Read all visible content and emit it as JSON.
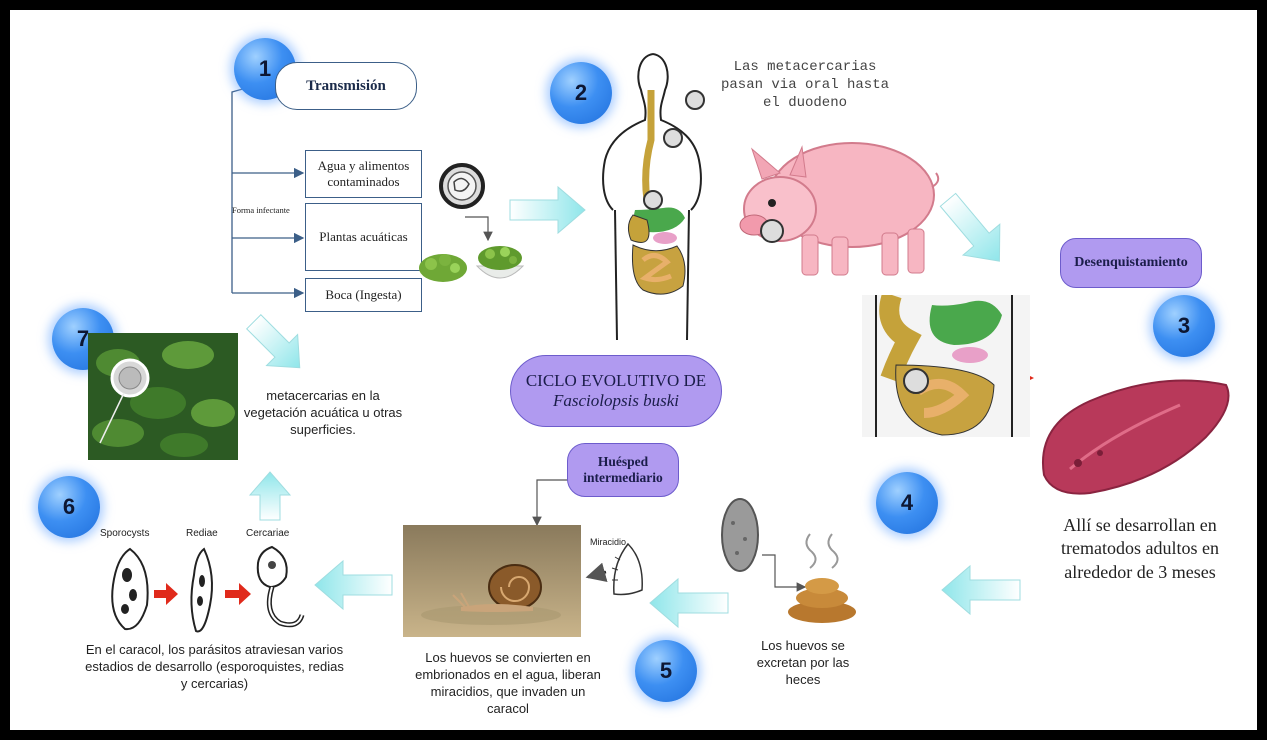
{
  "diagram": {
    "step_numbers": [
      "1",
      "2",
      "3",
      "4",
      "5",
      "6",
      "7"
    ],
    "transmision": {
      "title": "Transmisión",
      "forma_infectante": "Forma infectante",
      "items": [
        "Agua y alimentos contaminados",
        "Plantas acuáticas",
        "Boca (Ingesta)"
      ]
    },
    "step2_text": "Las metacercarias  pasan via oral hasta el duodeno",
    "desenquistamiento": "Desenquistamiento",
    "center_title": "CICLO EVOLUTIVO DE",
    "center_species": "Fasciolopsis buski",
    "step3_text": "Allí se desarrollan en trematodos adultos en alrededor de 3 meses",
    "step4_text": "Los huevos se excretan por las heces",
    "huesped": "Huésped intermediario",
    "miracidio_label": "Miracidio",
    "step5_text": "Los huevos se convierten en embrionados en el agua, liberan miracidios, que invaden un caracol",
    "stages": [
      "Sporocysts",
      "Rediae",
      "Cercariae"
    ],
    "step6_text": "En el caracol, los parásitos atraviesan varios estadios de desarrollo (esporoquistes, redias y cercarias)",
    "step7_text": "metacercarias en la vegetación acuática u otras superficies.",
    "colors": {
      "circle": "#3d8ff2",
      "purple_label": "#b09af0",
      "arrow": "#a9eef0",
      "red_arrow": "#e02a1b"
    }
  }
}
